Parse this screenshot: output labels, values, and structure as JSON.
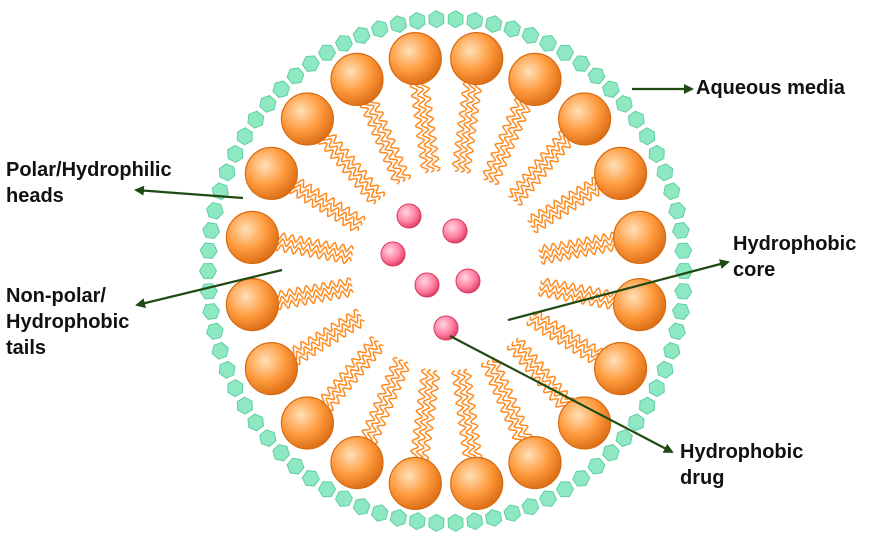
{
  "labels": {
    "aqueous_media": "Aqueous media",
    "polar_heads_line1": "Polar/Hydrophilic",
    "polar_heads_line2": "heads",
    "tails_line1": "Non-polar/",
    "tails_line2": "Hydrophobic",
    "tails_line3": "tails",
    "core_line1": "Hydrophobic",
    "core_line2": "core",
    "drug_line1": "Hydrophobic",
    "drug_line2": "drug"
  },
  "colors": {
    "aqueous_beads": "#8ee8c2",
    "aqueous_bead_stroke": "#5fcfa3",
    "head_light": "#ffe0b8",
    "head_mid": "#ff9a3d",
    "head_dark": "#d86a12",
    "tail": "#ff8a1f",
    "drug_light": "#ffd6e2",
    "drug_mid": "#ff7ea1",
    "drug_dark": "#d9385f",
    "arrow": "#1f4a12",
    "text": "#111111"
  },
  "icons": {
    "aqueous": "hexagon-bead-icon",
    "head": "sphere-head-icon",
    "drug": "sphere-drug-icon"
  }
}
